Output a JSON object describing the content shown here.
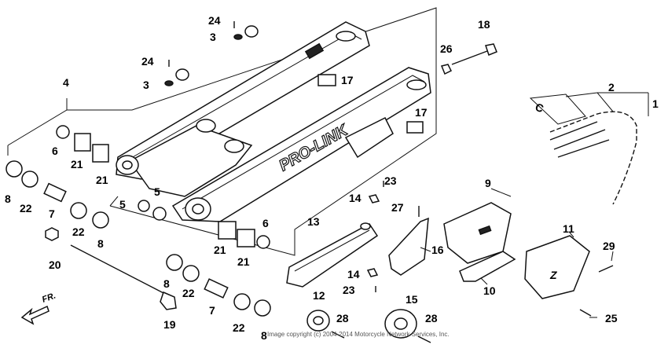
{
  "diagram": {
    "brand_text": "PRO-LINK",
    "direction_label": "FR.",
    "copyright": "Image copyright (c) 2004-2014 Motorcycle Network Services, Inc.",
    "callouts": {
      "c1": "1",
      "c2": "2",
      "c3a": "3",
      "c3b": "3",
      "c4": "4",
      "c5a": "5",
      "c5b": "5",
      "c6a": "6",
      "c6b": "6",
      "c7a": "7",
      "c7b": "7",
      "c8a": "8",
      "c8b": "8",
      "c8c": "8",
      "c8d": "8",
      "c9": "9",
      "c10": "10",
      "c11": "11",
      "c12": "12",
      "c13": "13",
      "c14a": "14",
      "c14b": "14",
      "c15": "15",
      "c16": "16",
      "c17a": "17",
      "c17b": "17",
      "c18": "18",
      "c19": "19",
      "c20": "20",
      "c21a": "21",
      "c21b": "21",
      "c21c": "21",
      "c21d": "21",
      "c22a": "22",
      "c22b": "22",
      "c22c": "22",
      "c22d": "22",
      "c23a": "23",
      "c23b": "23",
      "c24a": "24",
      "c24b": "24",
      "c25": "25",
      "c26": "26",
      "c27": "27",
      "c28a": "28",
      "c28b": "28",
      "c29": "29"
    }
  }
}
